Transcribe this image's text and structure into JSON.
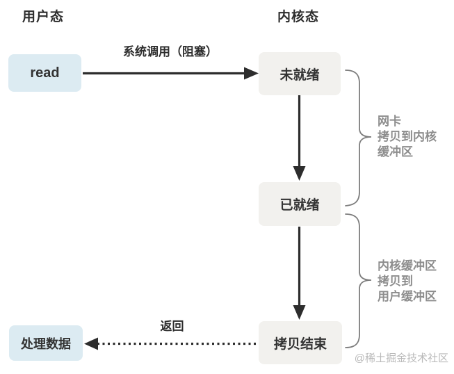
{
  "headers": {
    "user_mode": "用户态",
    "kernel_mode": "内核态"
  },
  "nodes": {
    "read": "read",
    "not_ready": "未就绪",
    "ready": "已就绪",
    "copy_done": "拷贝结束",
    "process_data": "处理数据"
  },
  "arrows": {
    "syscall": "系统调用（阻塞）",
    "return": "返回"
  },
  "annotations": {
    "nic_copy": {
      "lines": [
        "网卡",
        "拷贝到内核",
        "缓冲区"
      ]
    },
    "kernel_copy": {
      "lines": [
        "内核缓冲区",
        "拷贝到",
        "用户缓冲区"
      ]
    }
  },
  "watermark": "@稀土掘金技术社区",
  "colors": {
    "background": "#ffffff",
    "user_node_fill": "#dcebf2",
    "kernel_node_fill": "#f2f1ee",
    "arrow_stroke": "#2d2d2d",
    "brace_stroke": "#7d7d7d",
    "annotation_text": "#8d8d8d",
    "watermark_text": "#bababa"
  }
}
